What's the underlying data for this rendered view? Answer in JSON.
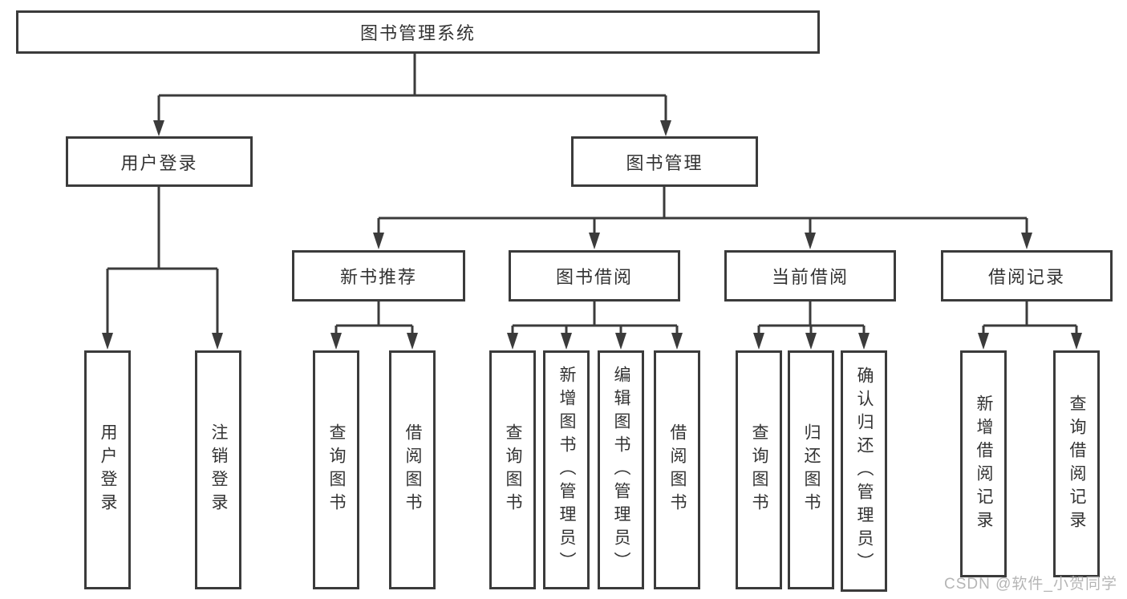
{
  "colors": {
    "line": "#3b3b3b",
    "box_border": "#3b3b3b",
    "text": "#333333",
    "background": "#ffffff",
    "watermark": "#b5b5b5"
  },
  "watermark": "CSDN @软件_小贺同学",
  "tree": {
    "root": {
      "label": "图书管理系统"
    },
    "children": [
      {
        "label": "用户登录",
        "children": [
          {
            "label": "用户登录"
          },
          {
            "label": "注销登录"
          }
        ]
      },
      {
        "label": "图书管理",
        "children": [
          {
            "label": "新书推荐",
            "children": [
              {
                "label": "查询图书"
              },
              {
                "label": "借阅图书"
              }
            ]
          },
          {
            "label": "图书借阅",
            "children": [
              {
                "label": "查询图书"
              },
              {
                "label": "新增图书（管理员）"
              },
              {
                "label": "编辑图书（管理员）"
              },
              {
                "label": "借阅图书"
              }
            ]
          },
          {
            "label": "当前借阅",
            "children": [
              {
                "label": "查询图书"
              },
              {
                "label": "归还图书"
              },
              {
                "label": "确认归还（管理员）"
              }
            ]
          },
          {
            "label": "借阅记录",
            "children": [
              {
                "label": "新增借阅记录"
              },
              {
                "label": "查询借阅记录"
              }
            ]
          }
        ]
      }
    ]
  }
}
